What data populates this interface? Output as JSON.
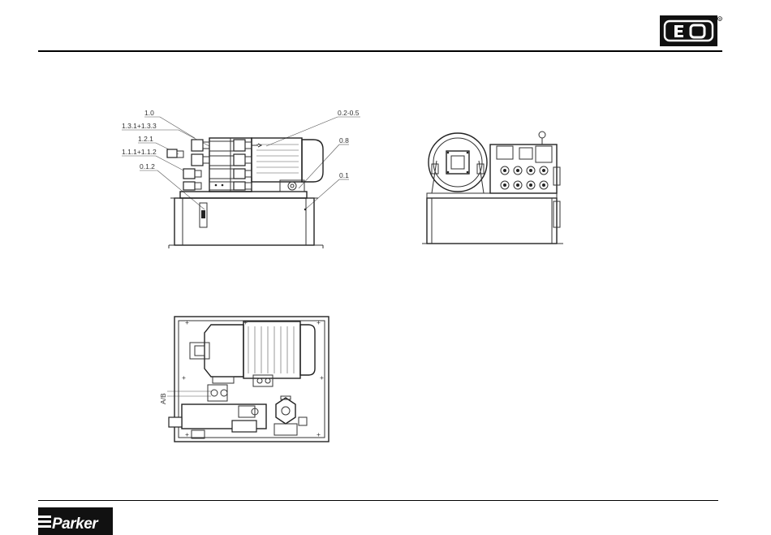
{
  "header": {
    "logo_text": "E O"
  },
  "footer": {
    "logo_text": "Parker"
  },
  "drawings": {
    "side_view": {
      "callouts": [
        "1.0",
        "1.3.1+1.3.3",
        "1.2.1",
        "1.1.1+1.1.2",
        "0.1.2",
        "0.2-0.5",
        "0.8",
        "0.1"
      ]
    },
    "top_view": {
      "port_label": "A/B"
    }
  }
}
